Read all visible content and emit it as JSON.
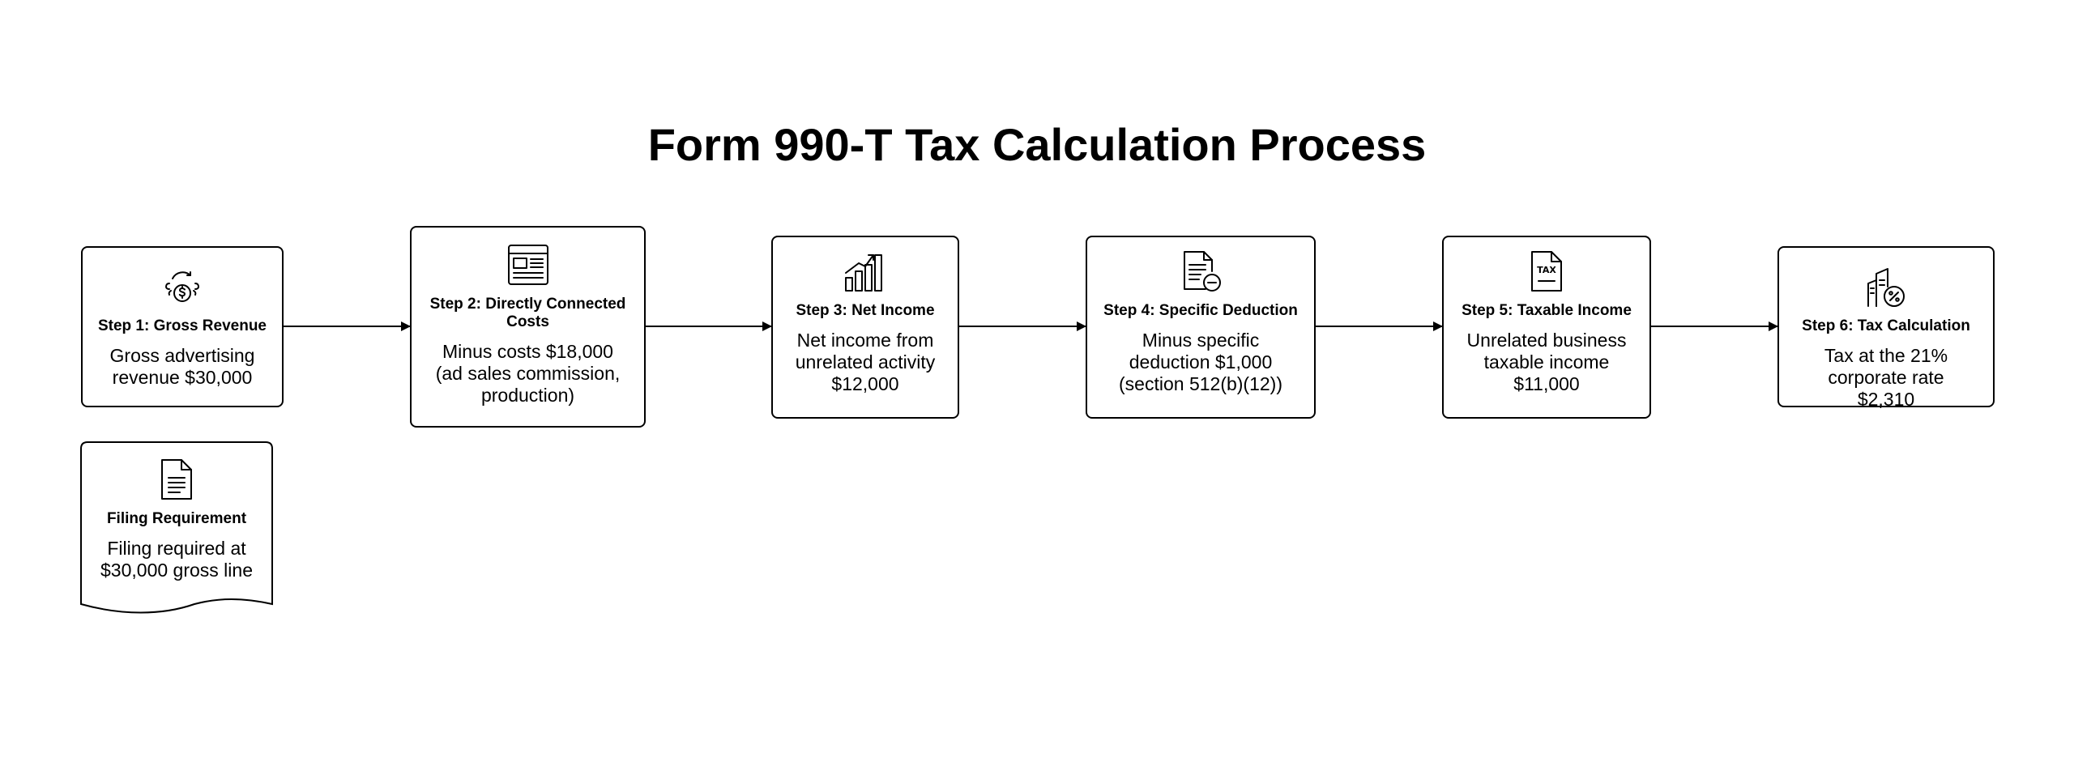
{
  "title": "Form 990-T Tax Calculation Process",
  "steps": [
    {
      "title": "Step 1: Gross Revenue",
      "description": "Gross advertising revenue $30,000",
      "icon": "money-cycle-icon"
    },
    {
      "title": "Step 2: Directly Connected Costs",
      "description": "Minus costs $18,000 (ad sales commission, production)",
      "icon": "newspaper-icon"
    },
    {
      "title": "Step 3: Net Income",
      "description": "Net income from unrelated activity $12,000",
      "icon": "growth-chart-icon"
    },
    {
      "title": "Step 4: Specific Deduction",
      "description": "Minus specific deduction $1,000 (section 512(b)(12))",
      "icon": "document-minus-icon"
    },
    {
      "title": "Step 5: Taxable Income",
      "description": "Unrelated business taxable income $11,000",
      "icon": "tax-document-icon"
    },
    {
      "title": "Step 6: Tax Calculation",
      "description": "Tax at the 21% corporate rate $2,310",
      "icon": "corporate-tax-icon"
    }
  ],
  "note": {
    "title": "Filing Requirement",
    "description": "Filing required at $30,000 gross line",
    "icon": "document-icon"
  },
  "colors": {
    "stroke": "#000000",
    "background": "#ffffff"
  }
}
